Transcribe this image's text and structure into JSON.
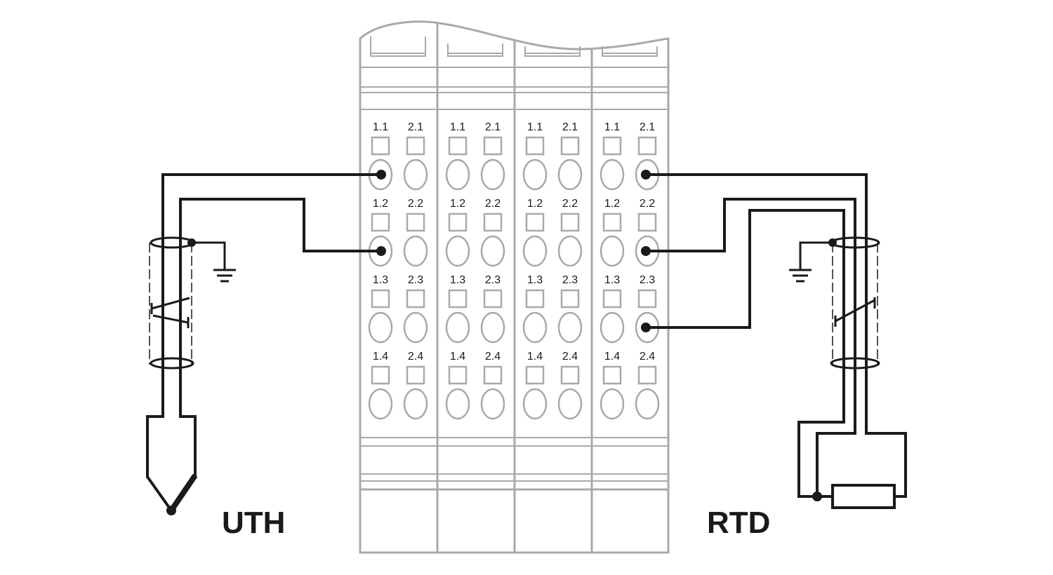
{
  "diagram": {
    "title_left": "UTH",
    "title_right": "RTD",
    "module_count": 4,
    "terminal_rows": [
      [
        "1.1",
        "2.1"
      ],
      [
        "1.2",
        "2.2"
      ],
      [
        "1.3",
        "2.3"
      ],
      [
        "1.4",
        "2.4"
      ]
    ],
    "connections": {
      "UTH": [
        "1.1",
        "1.2"
      ],
      "RTD": [
        "2.1",
        "2.2",
        "2.3"
      ]
    },
    "colors": {
      "module_outline": "#a9a9a9",
      "wire": "#1a1a1a"
    }
  }
}
